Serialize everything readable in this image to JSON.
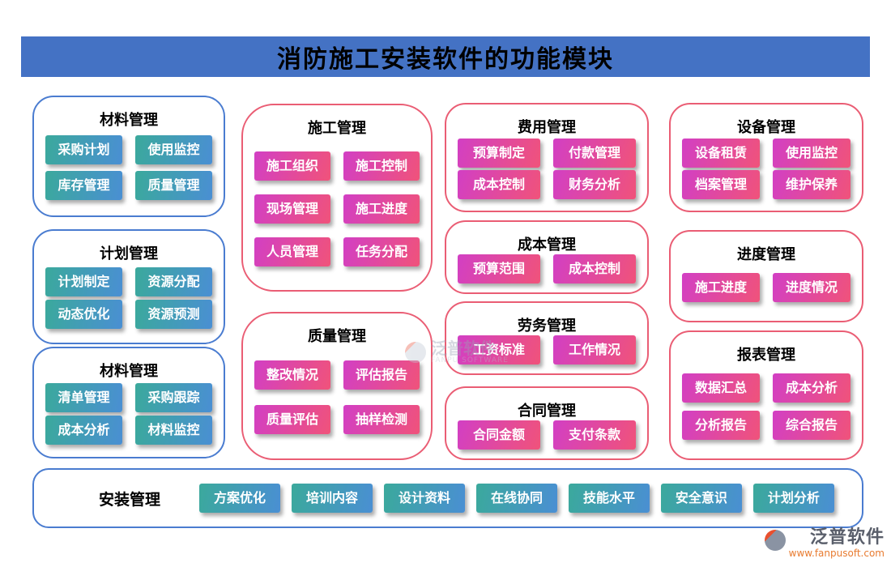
{
  "header": {
    "title": "消防施工安装软件的功能模块"
  },
  "colors": {
    "header_bg": "#4472C4",
    "blue_card_border": "#4A7CD0",
    "pink_card_border": "#EA5D74",
    "teal_button_gradient": [
      "#3BA99C",
      "#4A8FD3"
    ],
    "pink_button_gradient": [
      "#D23FC4",
      "#F0537A"
    ]
  },
  "cards": {
    "material1": {
      "title": "材料管理",
      "buttons": [
        "采购计划",
        "使用监控",
        "库存管理",
        "质量管理"
      ]
    },
    "plan": {
      "title": "计划管理",
      "buttons": [
        "计划制定",
        "资源分配",
        "动态优化",
        "资源预测"
      ]
    },
    "material2": {
      "title": "材料管理",
      "buttons": [
        "清单管理",
        "采购跟踪",
        "成本分析",
        "材料监控"
      ]
    },
    "construction": {
      "title": "施工管理",
      "buttons": [
        "施工组织",
        "施工控制",
        "现场管理",
        "施工进度",
        "人员管理",
        "任务分配"
      ]
    },
    "quality": {
      "title": "质量管理",
      "buttons": [
        "整改情况",
        "评估报告",
        "质量评估",
        "抽样检测"
      ]
    },
    "expense": {
      "title": "费用管理",
      "buttons": [
        "预算制定",
        "付款管理",
        "成本控制",
        "财务分析"
      ]
    },
    "cost": {
      "title": "成本管理",
      "buttons": [
        "预算范围",
        "成本控制"
      ]
    },
    "labor": {
      "title": "劳务管理",
      "buttons": [
        "工资标准",
        "工作情况"
      ]
    },
    "contract": {
      "title": "合同管理",
      "buttons": [
        "合同金额",
        "支付条款"
      ]
    },
    "equipment": {
      "title": "设备管理",
      "buttons": [
        "设备租赁",
        "使用监控",
        "档案管理",
        "维护保养"
      ]
    },
    "progress": {
      "title": "进度管理",
      "buttons": [
        "施工进度",
        "进度情况"
      ]
    },
    "report": {
      "title": "报表管理",
      "buttons": [
        "数据汇总",
        "成本分析",
        "分析报告",
        "综合报告"
      ]
    }
  },
  "bottom": {
    "title": "安装管理",
    "buttons": [
      "方案优化",
      "培训内容",
      "设计资料",
      "在线协同",
      "技能水平",
      "安全意识",
      "计划分析"
    ]
  },
  "watermark": {
    "name": "泛普软件",
    "subtitle": "FANPU SOFTWARE"
  },
  "brand": {
    "name": "泛普软件",
    "url": "www.fanpusoft.com"
  }
}
